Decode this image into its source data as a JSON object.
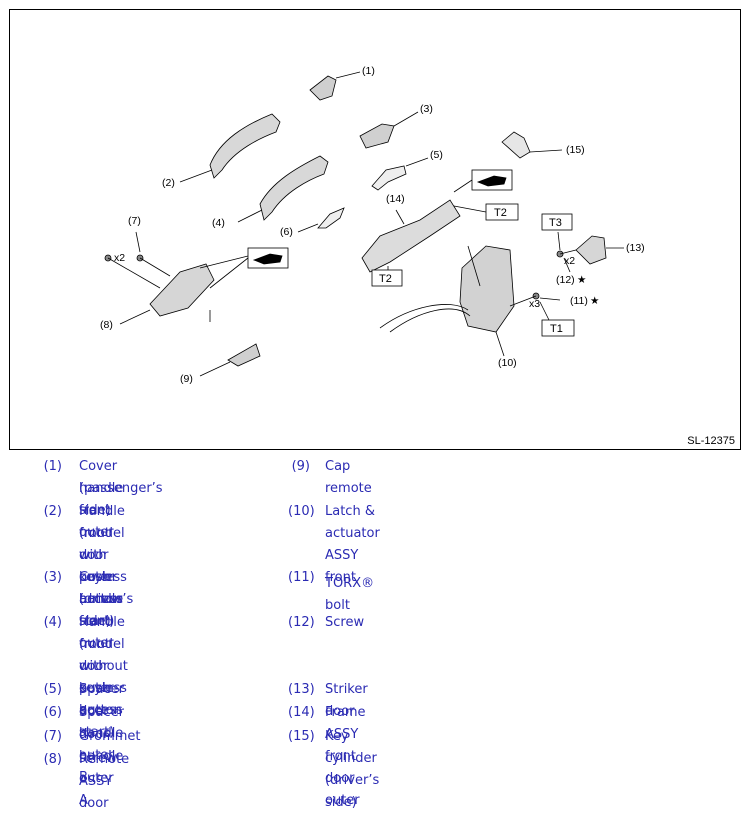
{
  "figure": {
    "id": "SL-12375",
    "callouts": [
      "(1)",
      "(2)",
      "(3)",
      "(4)",
      "(5)",
      "(6)",
      "(7)",
      "(8)",
      "(9)",
      "(10)",
      "(11)",
      "(12)",
      "(13)",
      "(14)",
      "(15)"
    ],
    "qty": {
      "x2a": "x2",
      "x2b": "x2",
      "x3": "x3"
    },
    "torque": {
      "t1": "T1",
      "t2a": "T2",
      "t2b": "T2",
      "t3": "T3"
    },
    "star": "★"
  },
  "legend": {
    "left": [
      {
        "num": "(1)",
        "lines": [
          "Cover handle front outer",
          "(passenger’s side)"
        ]
      },
      {
        "num": "(2)",
        "lines": [
          "Handle front door outer",
          "(model with keyless access",
          "with push button start)"
        ]
      },
      {
        "num": "(3)",
        "lines": [
          "Cover handle front outer",
          "(driver’s side)"
        ]
      },
      {
        "num": "(4)",
        "lines": [
          "Handle front door outer",
          "(model without keyless access",
          "with push button start)"
        ]
      },
      {
        "num": "(5)",
        "lines": [
          "Spacer door handle outer B"
        ]
      },
      {
        "num": "(6)",
        "lines": [
          "Spacer door handle outer A"
        ]
      },
      {
        "num": "(7)",
        "lines": [
          "Grommet screw"
        ]
      },
      {
        "num": "(8)",
        "lines": [
          "Remote ASSY door"
        ]
      }
    ],
    "right": [
      {
        "num": "(9)",
        "lines": [
          "Cap remote"
        ]
      },
      {
        "num": "(10)",
        "lines": [
          "Latch & actuator ASSY front"
        ]
      },
      {
        "num": "(11)",
        "lines": [
          "TORX® bolt"
        ]
      },
      {
        "num": "(12)",
        "lines": [
          "Screw"
        ]
      },
      {
        "num": "(13)",
        "lines": [
          "Striker door"
        ]
      },
      {
        "num": "(14)",
        "lines": [
          "Frame ASSY front door outer"
        ]
      },
      {
        "num": "(15)",
        "lines": [
          "Key cylinder (driver’s side)"
        ]
      }
    ]
  }
}
